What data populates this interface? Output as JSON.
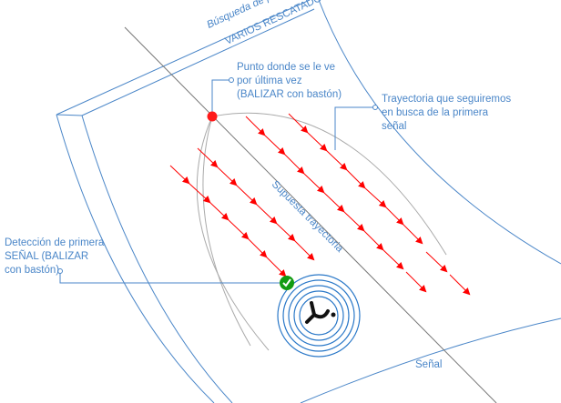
{
  "band_title": "Búsqueda de primera señal",
  "band_subtitle": "VARIOS RESCATADORES",
  "last_seen_label": "Punto donde se le ve por última vez (BALIZAR con bastón)",
  "trajectory_label": "Trayectoria que seguiremos en busca de la primera señal",
  "detection_label": "Detección de primera SEÑAL (BALIZAR con bastón)",
  "supposed_path_label": "Supuesta trayectoria",
  "signal_label": "Señal",
  "colors": {
    "blue": "#4a86c8",
    "red": "#ff0000",
    "green": "#129b12",
    "gray": "#999999"
  }
}
